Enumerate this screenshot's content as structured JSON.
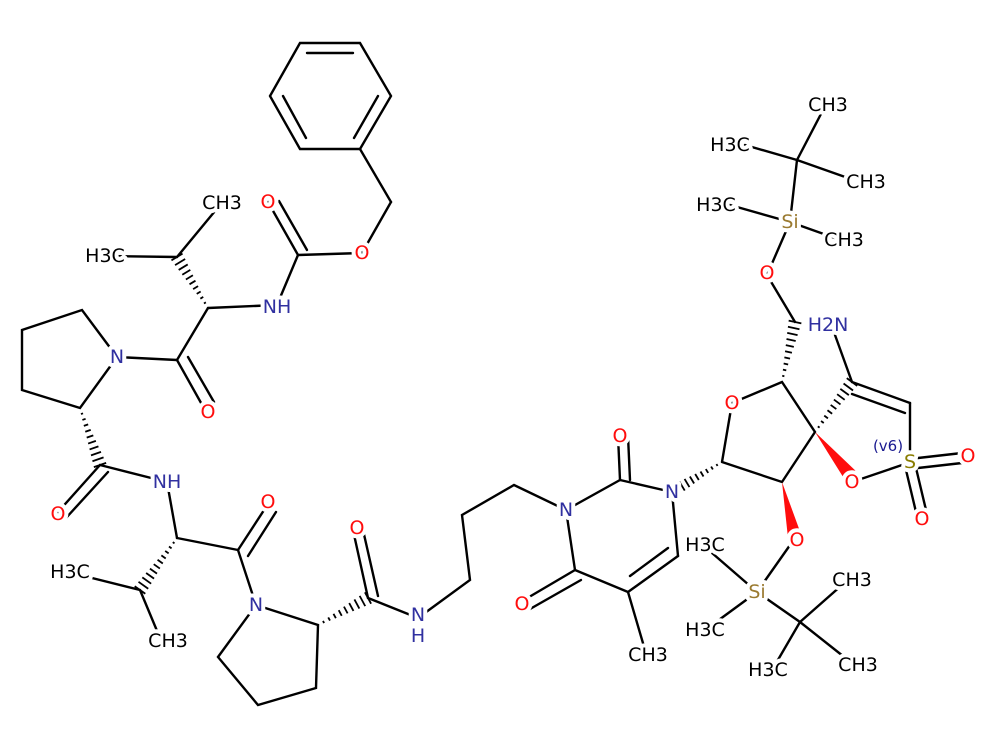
{
  "molecule": {
    "labels": {
      "o_ester": "O",
      "o_carbamate": "O",
      "nh_carbamate": "NH",
      "ch3_val1": "CH3",
      "h3c_val1": "H3C",
      "n_pro1": "N",
      "o_amide1": "O",
      "o_amide2": "O",
      "nh_amide2": "NH",
      "h3c_val2": "H3C",
      "ch3_val2": "CH3",
      "o_amide3": "O",
      "n_pro2": "N",
      "o_amide4": "O",
      "n_amide4": "N",
      "h_amide4": "H",
      "n1_thy": "N",
      "o2_thy": "O",
      "n3_thy": "N",
      "o4_thy": "O",
      "ch3_thy": "CH3",
      "o_ring": "O",
      "o_tbs1": "O",
      "si_tbs1": "Si",
      "h3c_si1": "H3C",
      "ch3_si1": "CH3",
      "ch3_tbu1a": "CH3",
      "h3c_tbu1b": "H3C",
      "ch3_tbu1c": "CH3",
      "nh2": "H2N",
      "o_sultone": "O",
      "s": "S",
      "o_s1": "O",
      "o_s2": "O",
      "valence_note": "(v6)",
      "o_tbs2": "O",
      "si_tbs2": "Si",
      "h3c_si2a": "H3C",
      "h3c_si2b": "H3C",
      "ch3_tbu2a": "CH3",
      "ch3_tbu2b": "CH3",
      "h3c_tbu2c": "H3C"
    },
    "colors": {
      "O": "#ff0d0d",
      "N": "#3030a0",
      "Si": "#9a7a30",
      "S": "#8a7d00",
      "bond": "#000000"
    }
  }
}
